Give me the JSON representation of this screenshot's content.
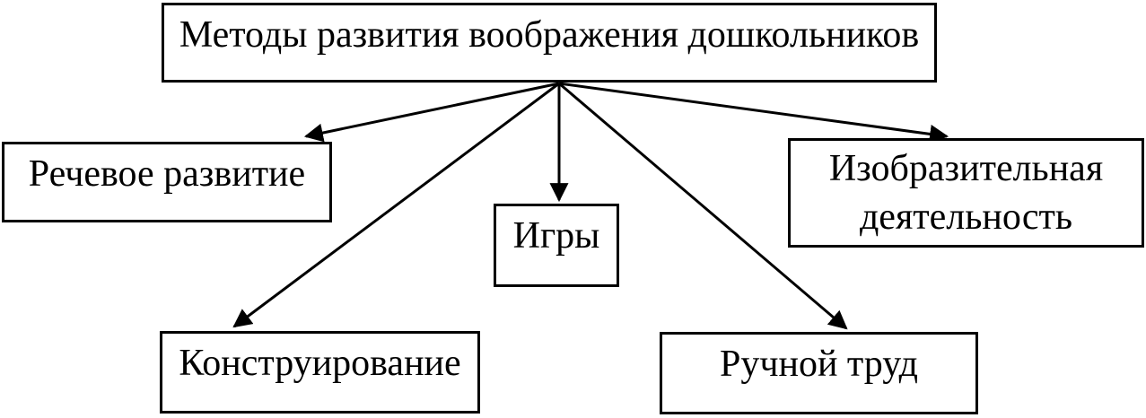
{
  "diagram": {
    "title": "Методы развития воображения дошкольников",
    "nodes": [
      {
        "id": "speech",
        "label": "Речевое развитие"
      },
      {
        "id": "games",
        "label": "Игры"
      },
      {
        "id": "visual",
        "label": "Изобразительная деятельность"
      },
      {
        "id": "construction",
        "label": "Конструирование"
      },
      {
        "id": "manual",
        "label": "Ручной труд"
      }
    ],
    "edges": [
      {
        "from": "title",
        "to": "speech"
      },
      {
        "from": "title",
        "to": "construction"
      },
      {
        "from": "title",
        "to": "games"
      },
      {
        "from": "title",
        "to": "manual"
      },
      {
        "from": "title",
        "to": "visual"
      }
    ],
    "colors": {
      "ink": "#000000",
      "background": "#ffffff",
      "box_fill": "#ffffff"
    }
  }
}
